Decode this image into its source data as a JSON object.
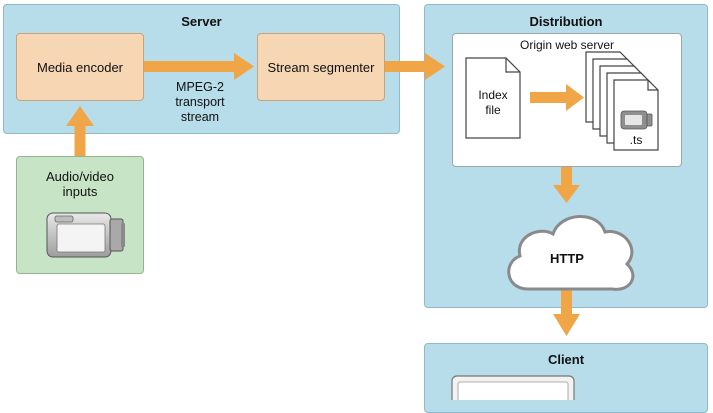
{
  "server": {
    "title": "Server"
  },
  "media_encoder": {
    "label": "Media encoder"
  },
  "stream_segmenter": {
    "label": "Stream segmenter"
  },
  "transport_label": {
    "line1": "MPEG-2",
    "line2": "transport",
    "line3": "stream"
  },
  "av_inputs": {
    "line1": "Audio/video",
    "line2": "inputs"
  },
  "distribution": {
    "title": "Distribution"
  },
  "origin_server": {
    "title": "Origin web server"
  },
  "index_file": {
    "line1": "Index",
    "line2": "file"
  },
  "ts_files": {
    "label": ".ts"
  },
  "http": {
    "label": "HTTP"
  },
  "client": {
    "title": "Client"
  },
  "colors": {
    "arrow": "#f0a646",
    "panel_blue": "#b7dcea",
    "box_orange": "#f7d6b3",
    "box_green": "#c8e4c6"
  },
  "icons": [
    "video-camera-icon",
    "document-icon",
    "cloud-icon",
    "monitor-icon"
  ]
}
